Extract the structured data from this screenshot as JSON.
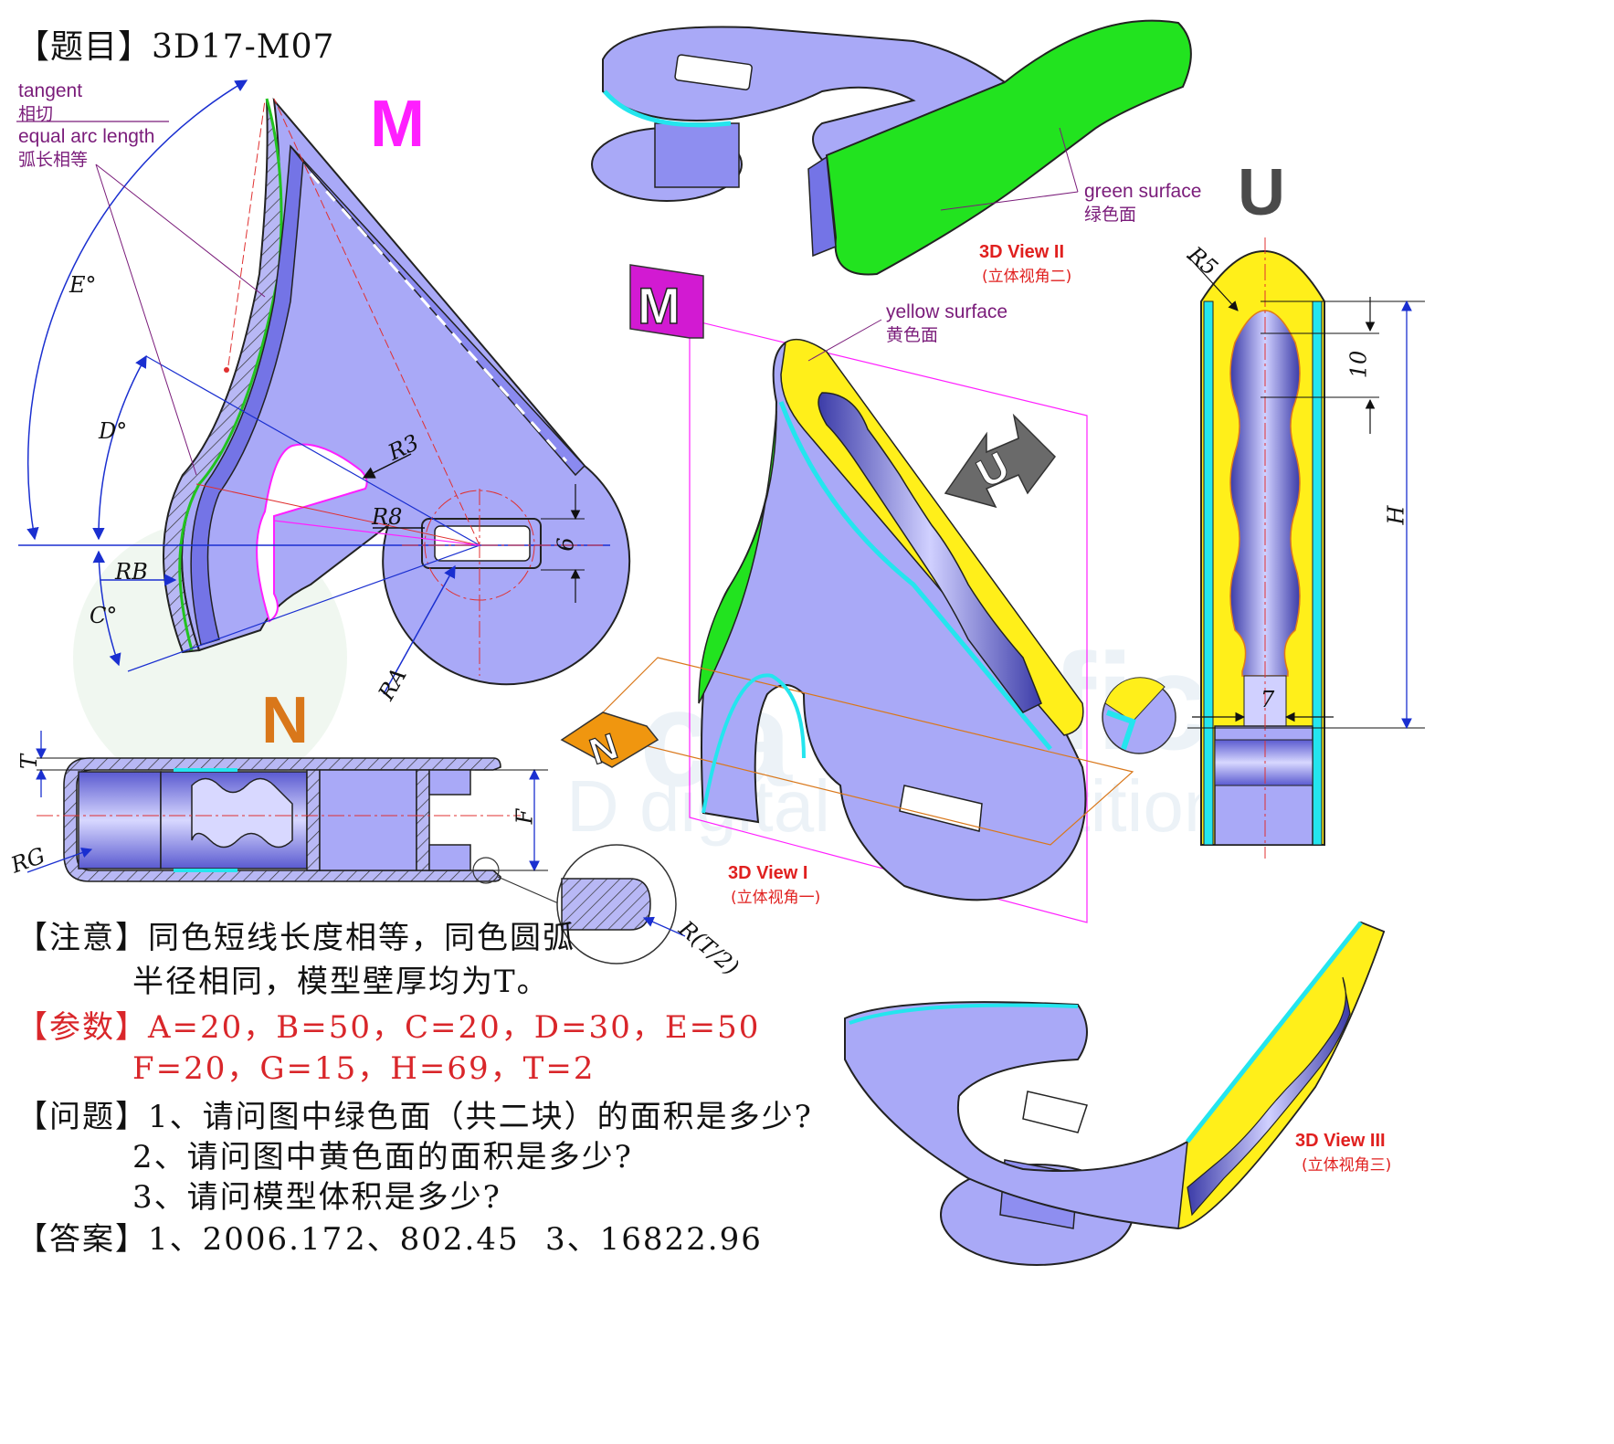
{
  "header": {
    "title": "【题目】3D17-M07"
  },
  "annotations": {
    "tangent_en": "tangent",
    "tangent_zh": "相切",
    "arc_en": "equal arc length",
    "arc_zh": "弧长相等",
    "green_en": "green surface",
    "green_zh": "绿色面",
    "yellow_en": "yellow surface",
    "yellow_zh": "黄色面"
  },
  "views": {
    "M": "M",
    "N": "N",
    "U": "U",
    "view1_en": "3D View I",
    "view1_zh": "(立体视角一)",
    "view2_en": "3D View II",
    "view2_zh": "(立体视角二)",
    "view3_en": "3D View III",
    "view3_zh": "(立体视角三)"
  },
  "dimensions": {
    "E": "E°",
    "D": "D°",
    "C": "C°",
    "RB": "RB",
    "RA": "RA",
    "R3": "R3",
    "R8": "R8",
    "six": "6",
    "T": "T",
    "F": "F",
    "RG": "RG",
    "RT2": "R(T/2)",
    "R5": "R5",
    "ten": "10",
    "H": "H",
    "seven": "7"
  },
  "note": {
    "label": "【注意】",
    "line1": "同色短线长度相等，同色圆弧",
    "line2": "半径相同，模型壁厚均为T。"
  },
  "params": {
    "label": "【参数】",
    "line1": "A=20，B=50，C=20，D=30，E=50",
    "line2": "F=20，G=15，H=69，T=2"
  },
  "questions": {
    "label": "【问题】",
    "q1": "1、请问图中绿色面（共二块）的面积是多少?",
    "q2": "2、请问图中黄色面的面积是多少?",
    "q3": "3、请问模型体积是多少?"
  },
  "answers": {
    "label": "【答案】",
    "a1": "1、2006.17",
    "a2": "2、802.45",
    "a3": "3、16822.96"
  },
  "watermark": "D digital competition",
  "colors": {
    "body": "#a9a9f7",
    "green": "#22e31f",
    "yellow": "#ffef1a",
    "cyan": "#24e5ee",
    "magenta": "#ff1fff",
    "orange": "#d9771a",
    "gray": "#5a5a5a",
    "title_red": "#e0201f"
  }
}
